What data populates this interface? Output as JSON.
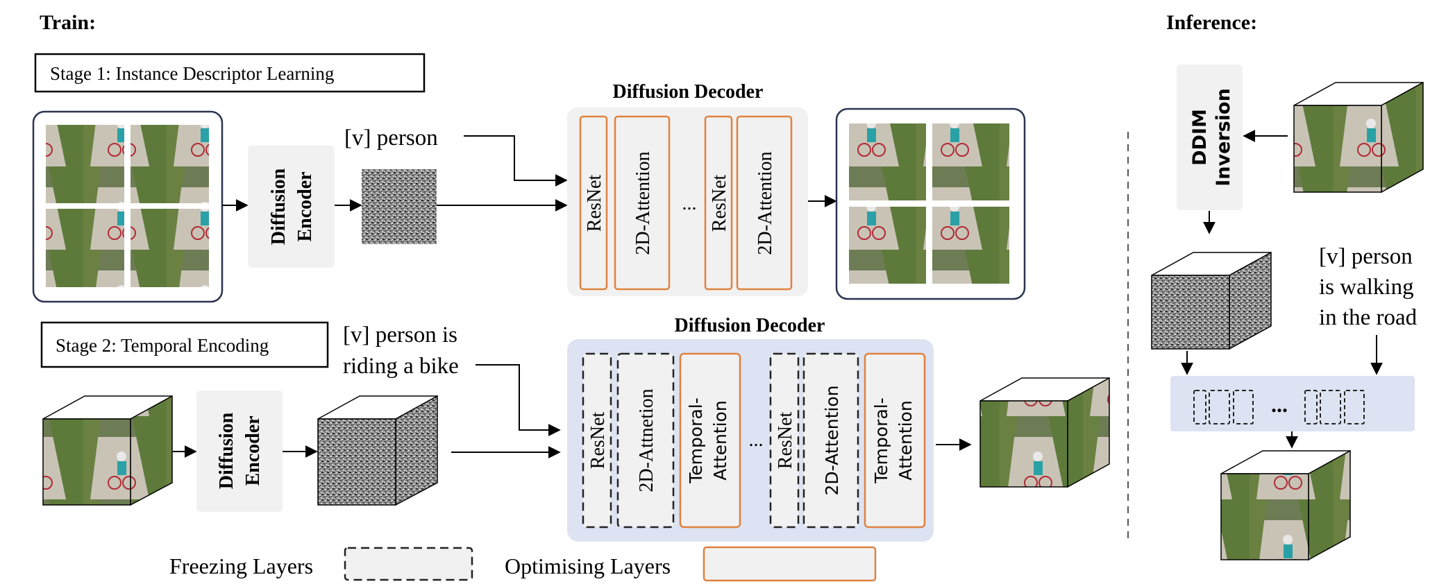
{
  "train": {
    "heading": "Train:",
    "stage1": {
      "label": "Stage 1: Instance Descriptor Learning",
      "encoder": [
        "Diffusion",
        "Encoder"
      ],
      "prompt": "[v] person",
      "decoder_title": "Diffusion Decoder",
      "blocks": [
        "ResNet",
        "2D-Attention",
        "ResNet",
        "2D-Attention"
      ],
      "ellipsis": "..."
    },
    "stage2": {
      "label": "Stage 2: Temporal Encoding",
      "encoder": [
        "Diffusion",
        "Encoder"
      ],
      "prompt": [
        "[v] person is",
        "riding a bike"
      ],
      "decoder_title": "Diffusion Decoder",
      "blocks": [
        "ResNet",
        "2D-Attnetion",
        "Temporal-",
        "Attention",
        "ResNet",
        "2D-Attention",
        "Temporal-",
        "Attention"
      ],
      "ellipsis": "..."
    }
  },
  "legend": {
    "freezing": "Freezing Layers",
    "optimising": "Optimising Layers"
  },
  "inference": {
    "heading": "Inference:",
    "ddim": [
      "DDIM",
      "Inversion"
    ],
    "prompt": [
      "[v] person",
      "is walking",
      "in the road"
    ],
    "ellipsis": "..."
  },
  "colors": {
    "optimise": "#e0813f",
    "freeze": "#222222",
    "panel_gray": "#f1f1f1",
    "panel_blue": "#dde3f2",
    "frame_navy": "#2b3350"
  }
}
